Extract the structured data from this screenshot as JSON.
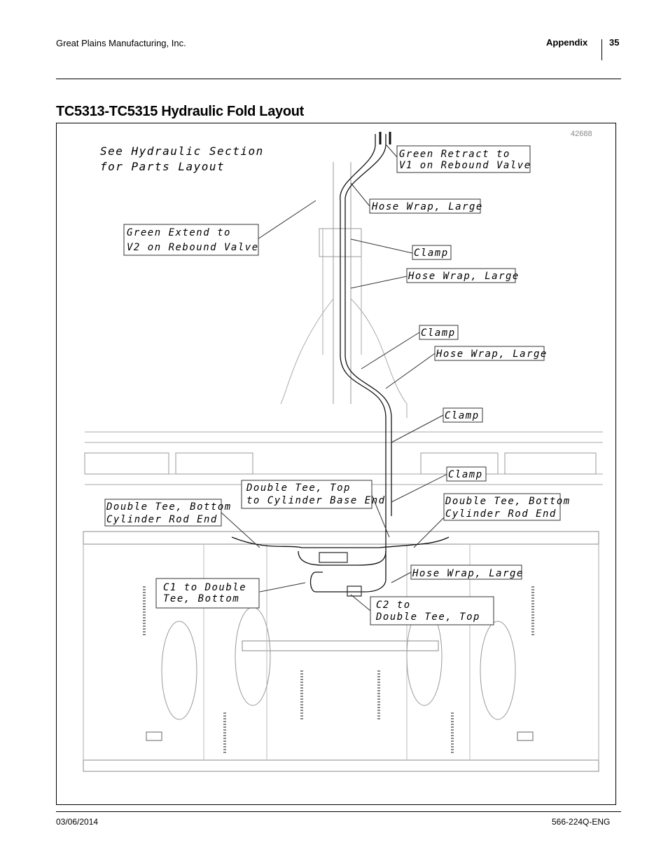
{
  "header": {
    "company": "Great Plains Manufacturing, Inc.",
    "section": "Appendix",
    "page_number": "35"
  },
  "title": "TC5313-TC5315 Hydraulic Fold Layout",
  "figure": {
    "number": "42688",
    "note": [
      "See Hydraulic Section",
      "for Parts Layout"
    ],
    "callouts": [
      {
        "id": "green-retract",
        "lines": [
          "Green Retract to",
          "V1 on Rebound Valve"
        ]
      },
      {
        "id": "hose-wrap-1",
        "lines": [
          "Hose Wrap, Large"
        ]
      },
      {
        "id": "green-extend",
        "lines": [
          "Green Extend to",
          "V2 on Rebound Valve"
        ]
      },
      {
        "id": "clamp-1",
        "lines": [
          "Clamp"
        ]
      },
      {
        "id": "hose-wrap-2",
        "lines": [
          "Hose Wrap, Large"
        ]
      },
      {
        "id": "clamp-2",
        "lines": [
          "Clamp"
        ]
      },
      {
        "id": "hose-wrap-3",
        "lines": [
          "Hose Wrap, Large"
        ]
      },
      {
        "id": "clamp-3",
        "lines": [
          "Clamp"
        ]
      },
      {
        "id": "clamp-4",
        "lines": [
          "Clamp"
        ]
      },
      {
        "id": "double-tee-top",
        "lines": [
          "Double Tee, Top",
          "to Cylinder Base End"
        ]
      },
      {
        "id": "double-tee-bottom-left",
        "lines": [
          "Double Tee, Bottom",
          "Cylinder Rod End"
        ]
      },
      {
        "id": "double-tee-bottom-right",
        "lines": [
          "Double Tee, Bottom",
          "Cylinder Rod End"
        ]
      },
      {
        "id": "hose-wrap-4",
        "lines": [
          "Hose Wrap, Large"
        ]
      },
      {
        "id": "c1",
        "lines": [
          "C1 to Double",
          "Tee, Bottom"
        ]
      },
      {
        "id": "c2",
        "lines": [
          "C2 to",
          "Double Tee, Top"
        ]
      }
    ]
  },
  "footer": {
    "date": "03/06/2014",
    "doc_number": "566-224Q-ENG"
  }
}
